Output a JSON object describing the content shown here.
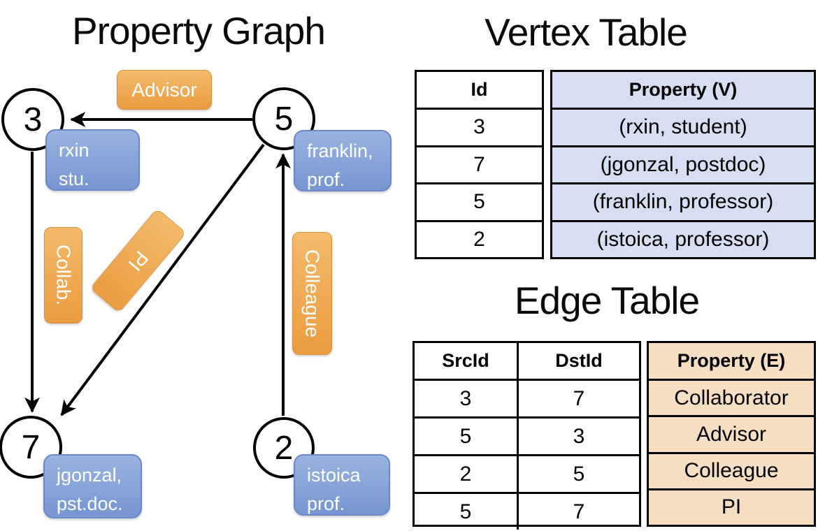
{
  "graph": {
    "title": "Property Graph",
    "nodes": {
      "n3": "3",
      "n5": "5",
      "n7": "7",
      "n2": "2"
    },
    "edge_labels": {
      "advisor": "Advisor",
      "collab": "Collab.",
      "pi": "PI",
      "colleague": "Colleague"
    },
    "vertex_boxes": {
      "rxin": {
        "line1": "rxin",
        "line2": "stu."
      },
      "franklin": {
        "line1": "franklin,",
        "line2": "prof."
      },
      "jgonzal": {
        "line1": "jgonzal,",
        "line2": "pst.doc."
      },
      "istoica": {
        "line1": "istoica",
        "line2": "prof."
      }
    }
  },
  "vertex_table": {
    "title": "Vertex Table",
    "headers": {
      "id": "Id",
      "property": "Property (V)"
    },
    "rows": [
      {
        "id": "3",
        "property": "(rxin, student)"
      },
      {
        "id": "7",
        "property": "(jgonzal, postdoc)"
      },
      {
        "id": "5",
        "property": "(franklin, professor)"
      },
      {
        "id": "2",
        "property": "(istoica, professor)"
      }
    ]
  },
  "edge_table": {
    "title": "Edge Table",
    "headers": {
      "src": "SrcId",
      "dst": "DstId",
      "property": "Property (E)"
    },
    "rows": [
      {
        "src": "3",
        "dst": "7",
        "property": "Collaborator"
      },
      {
        "src": "5",
        "dst": "3",
        "property": "Advisor"
      },
      {
        "src": "2",
        "dst": "5",
        "property": "Colleague"
      },
      {
        "src": "5",
        "dst": "7",
        "property": "PI"
      }
    ]
  },
  "colors": {
    "edge_label_orange_top": "#F4BA6A",
    "edge_label_orange_bottom": "#EA9C40",
    "vertex_box_blue_top": "#9AB3E0",
    "vertex_box_blue_bottom": "#7795D1",
    "vertex_table_fill": "#D5DFF1",
    "edge_table_fill": "#F5DEC2",
    "line_color": "#000000"
  }
}
